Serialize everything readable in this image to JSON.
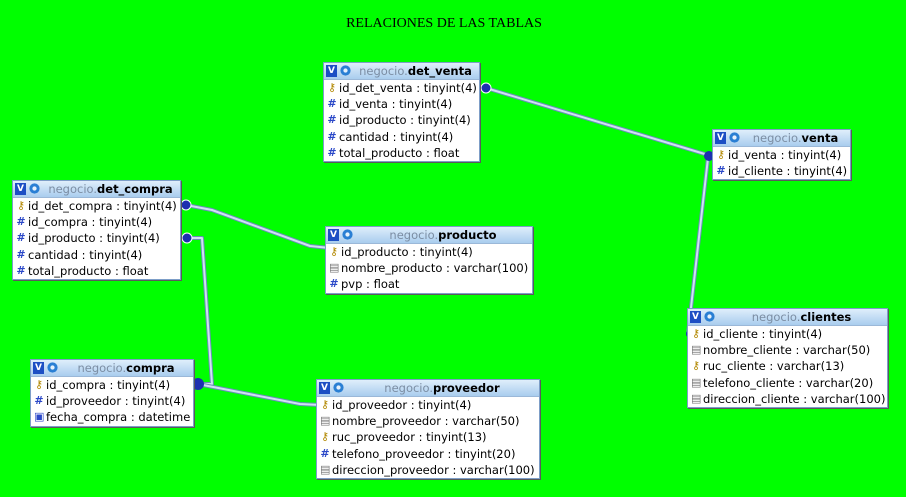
{
  "title": "RELACIONES DE LAS TABLAS",
  "colors": {
    "background": "#00ff00",
    "link": "#c8dcf0",
    "header_badge": "#1d4fc4"
  },
  "badge_letter": "V",
  "tables": {
    "det_venta": {
      "schema": "negocio.",
      "name": "det_venta",
      "fields": [
        {
          "text": "id_det_venta : tinyint(4)",
          "icon": "key-icon"
        },
        {
          "text": "id_venta : tinyint(4)",
          "icon": "hash-icon"
        },
        {
          "text": "id_producto : tinyint(4)",
          "icon": "hash-icon"
        },
        {
          "text": "cantidad : tinyint(4)",
          "icon": "hash-icon"
        },
        {
          "text": "total_producto : float",
          "icon": "hash-icon"
        }
      ]
    },
    "venta": {
      "schema": "negocio.",
      "name": "venta",
      "fields": [
        {
          "text": "id_venta : tinyint(4)",
          "icon": "key-icon"
        },
        {
          "text": "id_cliente : tinyint(4)",
          "icon": "hash-icon"
        }
      ]
    },
    "det_compra": {
      "schema": "negocio.",
      "name": "det_compra",
      "fields": [
        {
          "text": "id_det_compra : tinyint(4)",
          "icon": "key-icon"
        },
        {
          "text": "id_compra : tinyint(4)",
          "icon": "hash-icon"
        },
        {
          "text": "id_producto : tinyint(4)",
          "icon": "hash-icon"
        },
        {
          "text": "cantidad : tinyint(4)",
          "icon": "hash-icon"
        },
        {
          "text": "total_producto : float",
          "icon": "hash-icon"
        }
      ]
    },
    "producto": {
      "schema": "negocio.",
      "name": "producto",
      "fields": [
        {
          "text": "id_producto : tinyint(4)",
          "icon": "key-icon"
        },
        {
          "text": "nombre_producto : varchar(100)",
          "icon": "doc-icon"
        },
        {
          "text": "pvp : float",
          "icon": "hash-icon"
        }
      ]
    },
    "clientes": {
      "schema": "negocio.",
      "name": "clientes",
      "fields": [
        {
          "text": "id_cliente : tinyint(4)",
          "icon": "key-icon"
        },
        {
          "text": "nombre_cliente : varchar(50)",
          "icon": "doc-icon"
        },
        {
          "text": "ruc_cliente : varchar(13)",
          "icon": "key-icon"
        },
        {
          "text": "telefono_cliente : varchar(20)",
          "icon": "doc-icon"
        },
        {
          "text": "direccion_cliente : varchar(100)",
          "icon": "doc-icon"
        }
      ]
    },
    "compra": {
      "schema": "negocio.",
      "name": "compra",
      "fields": [
        {
          "text": "id_compra : tinyint(4)",
          "icon": "key-icon"
        },
        {
          "text": "id_proveedor : tinyint(4)",
          "icon": "hash-icon"
        },
        {
          "text": "fecha_compra : datetime",
          "icon": "calendar-icon"
        }
      ]
    },
    "proveedor": {
      "schema": "negocio.",
      "name": "proveedor",
      "fields": [
        {
          "text": "id_proveedor : tinyint(4)",
          "icon": "key-icon"
        },
        {
          "text": "nombre_proveedor : varchar(50)",
          "icon": "doc-icon"
        },
        {
          "text": "ruc_proveedor : tinyint(13)",
          "icon": "key-icon"
        },
        {
          "text": "telefono_proveedor : tinyint(20)",
          "icon": "hash-icon"
        },
        {
          "text": "direccion_proveedor : varchar(100)",
          "icon": "doc-icon"
        }
      ]
    }
  },
  "relations": [
    {
      "from": "det_venta.id_det_venta",
      "to": "venta.id_venta"
    },
    {
      "from": "venta.id_cliente",
      "to": "clientes.id_cliente"
    },
    {
      "from": "det_compra.id_det_compra",
      "to": "producto.id_producto"
    },
    {
      "from": "det_compra.id_producto",
      "to": "compra.id_compra"
    },
    {
      "from": "compra.id_proveedor",
      "to": "proveedor.id_proveedor"
    }
  ]
}
